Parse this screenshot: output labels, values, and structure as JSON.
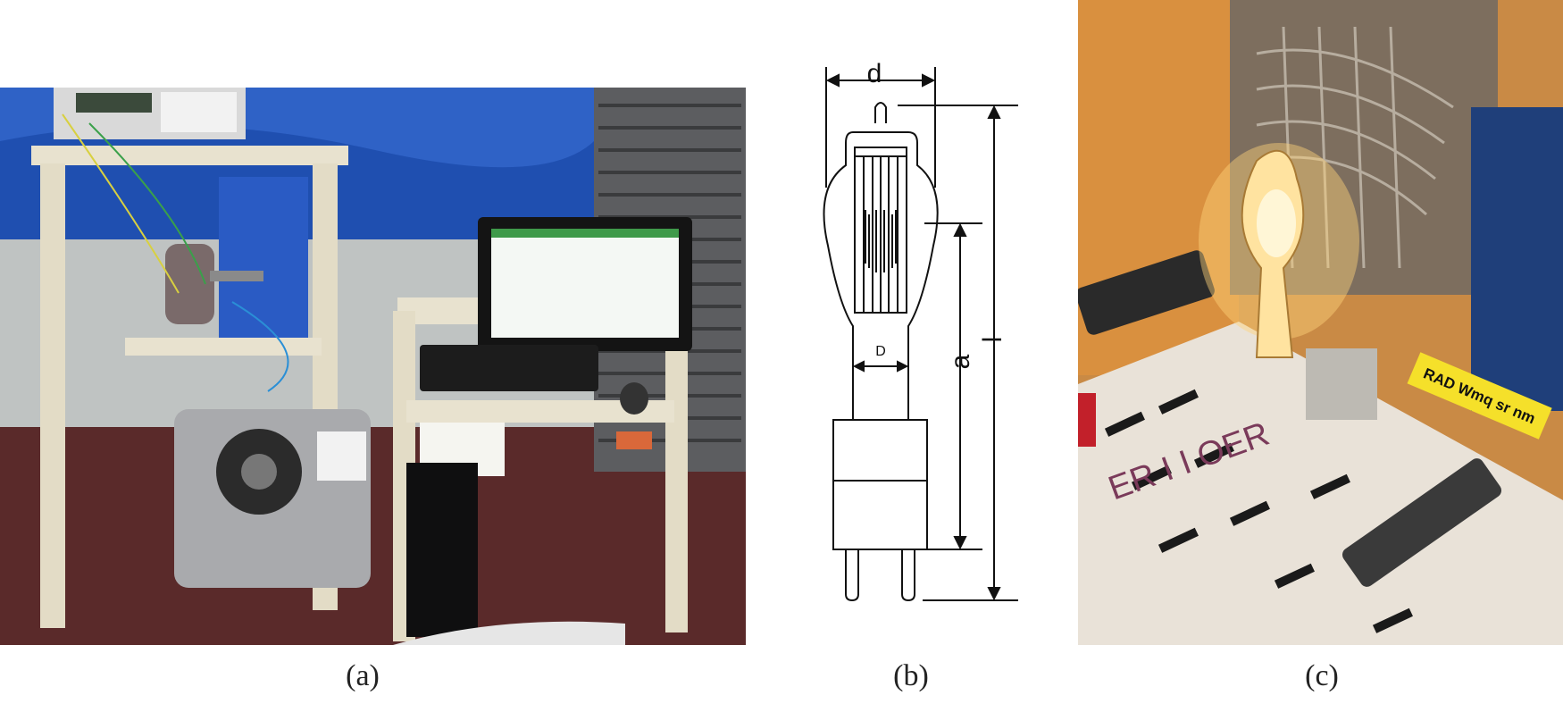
{
  "panels": {
    "a": {
      "caption": "(a)"
    },
    "b": {
      "caption": "(b)",
      "labels": {
        "d": "d",
        "D": "D",
        "a": "a",
        "l": "l"
      }
    },
    "c": {
      "caption": "(c)",
      "sign_text": "RAD Wmq sr nm",
      "board_writing": "ER I I OER"
    }
  },
  "colors": {
    "wall_blue": "#1f4fb0",
    "rack_beige": "#e8e2cf",
    "lamp_glow": "#ffd27a",
    "cabinet_orange": "#d98c3e",
    "sign_yellow": "#f5e02a"
  }
}
